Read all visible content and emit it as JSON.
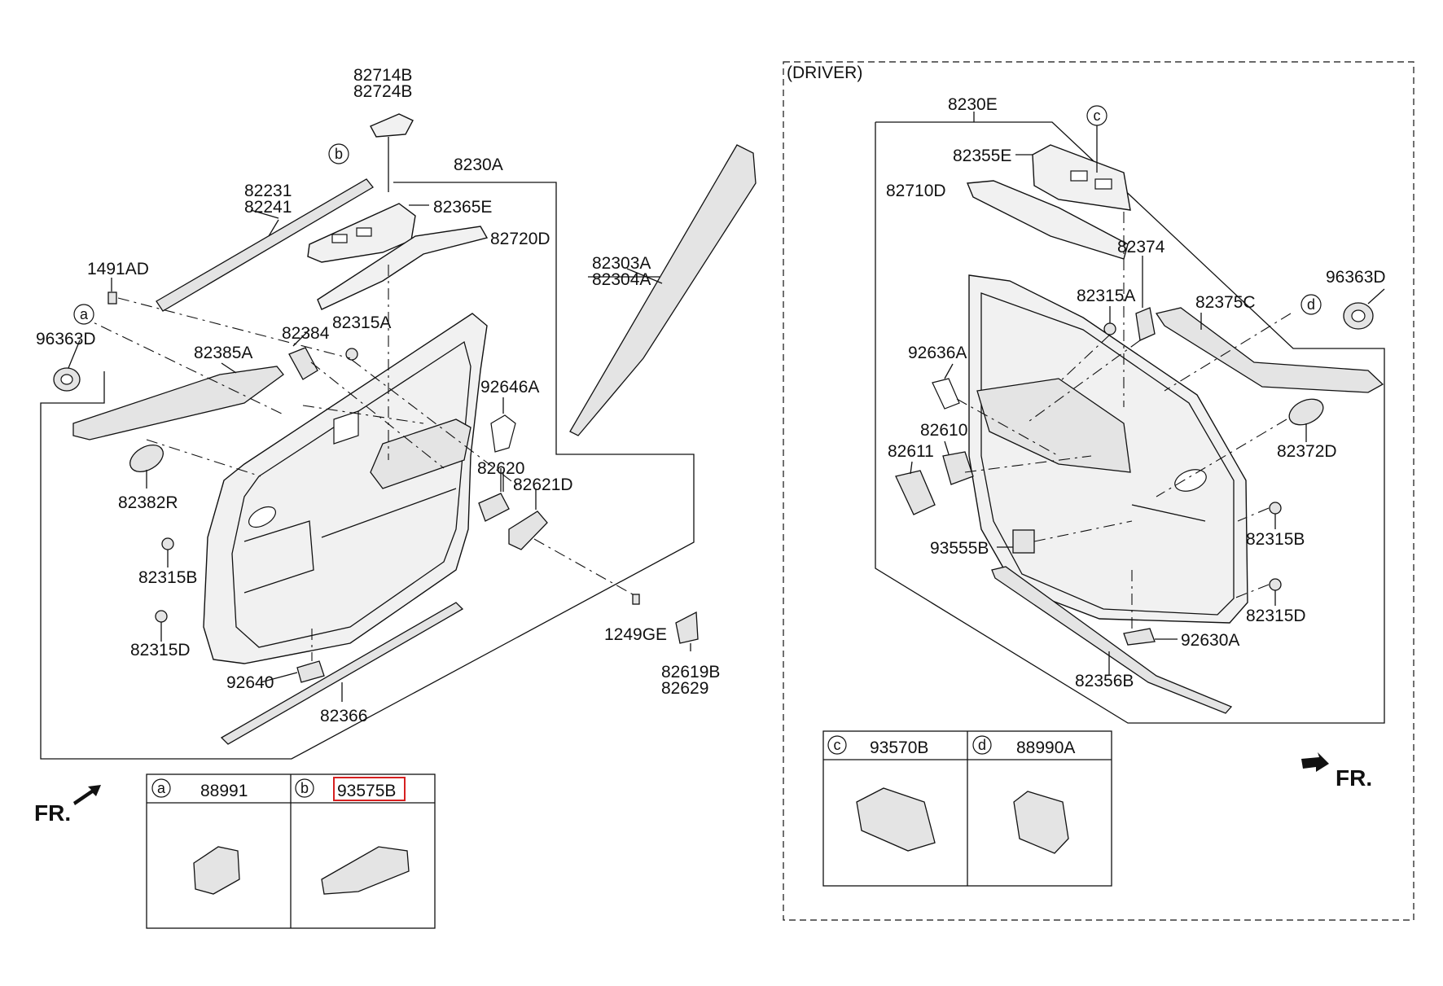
{
  "diagram": {
    "section_label": "(DRIVER)",
    "direction_label": "FR.",
    "left_labels": {
      "p82714B": "82714B",
      "p82724B": "82724B",
      "p8230A": "8230A",
      "p82231": "82231",
      "p82241": "82241",
      "p82365E": "82365E",
      "p82720D": "82720D",
      "p1491AD": "1491AD",
      "p96363D": "96363D",
      "p82384": "82384",
      "p82315A": "82315A",
      "p82385A": "82385A",
      "p82303A": "82303A",
      "p82304A": "82304A",
      "p92646A": "92646A",
      "p82620": "82620",
      "p82621D": "82621D",
      "p82382R": "82382R",
      "p82315B": "82315B",
      "p82315D": "82315D",
      "p1249GE": "1249GE",
      "p82619B": "82619B",
      "p82629": "82629",
      "p92640": "92640",
      "p82366": "82366"
    },
    "right_labels": {
      "p8230E": "8230E",
      "p82355E": "82355E",
      "p82710D": "82710D",
      "p82374": "82374",
      "p96363D": "96363D",
      "p82315A": "82315A",
      "p82375C": "82375C",
      "p92636A": "92636A",
      "p82610": "82610",
      "p82611": "82611",
      "p82372D": "82372D",
      "p82315B": "82315B",
      "p93555B": "93555B",
      "p82315D": "82315D",
      "p92630A": "92630A",
      "p82356B": "82356B"
    },
    "callouts": {
      "a": "a",
      "b": "b",
      "c": "c",
      "d": "d"
    },
    "tables": {
      "left": {
        "col_a": {
          "letter": "a",
          "part": "88991"
        },
        "col_b": {
          "letter": "b",
          "part": "93575B",
          "highlighted": true
        }
      },
      "right": {
        "col_c": {
          "letter": "c",
          "part": "93570B"
        },
        "col_d": {
          "letter": "d",
          "part": "88990A"
        }
      }
    },
    "colors": {
      "line": "#111111",
      "highlight": "#d62020",
      "part_fill": "#f1f1f1"
    }
  }
}
